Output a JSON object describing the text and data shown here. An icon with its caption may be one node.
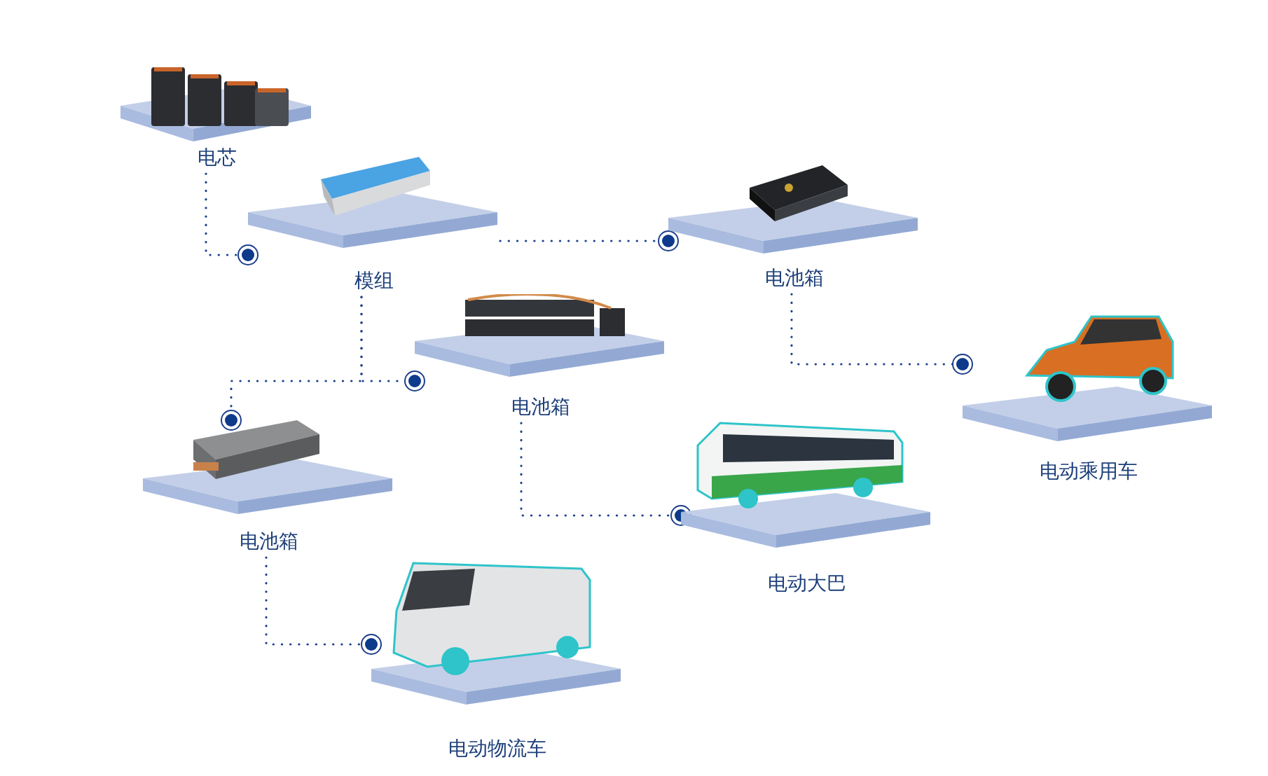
{
  "diagram": {
    "nodes": [
      {
        "text": [
          "电芯"
        ]
      },
      {
        "text": [
          "模组"
        ]
      },
      {
        "text": [
          "电池箱"
        ]
      },
      {
        "text": [
          "电池箱"
        ]
      },
      {
        "text": [
          "电池箱"
        ]
      },
      {
        "text": [
          "电动乘用车"
        ]
      },
      {
        "text": [
          "电动大巴"
        ]
      },
      {
        "text": [
          "电动物流车"
        ]
      }
    ],
    "edges": [
      {
        "from": 0,
        "to": 1,
        "arrow": "other"
      },
      {
        "from": 1,
        "to": 2,
        "arrow": "other"
      },
      {
        "from": 2,
        "to": 5,
        "arrow": "other"
      },
      {
        "from": 1,
        "to": 3,
        "arrow": "other"
      },
      {
        "from": 1,
        "to": 4,
        "arrow": "other"
      },
      {
        "from": 3,
        "to": 6,
        "arrow": "other"
      },
      {
        "from": 4,
        "to": 7,
        "arrow": "other"
      }
    ]
  }
}
